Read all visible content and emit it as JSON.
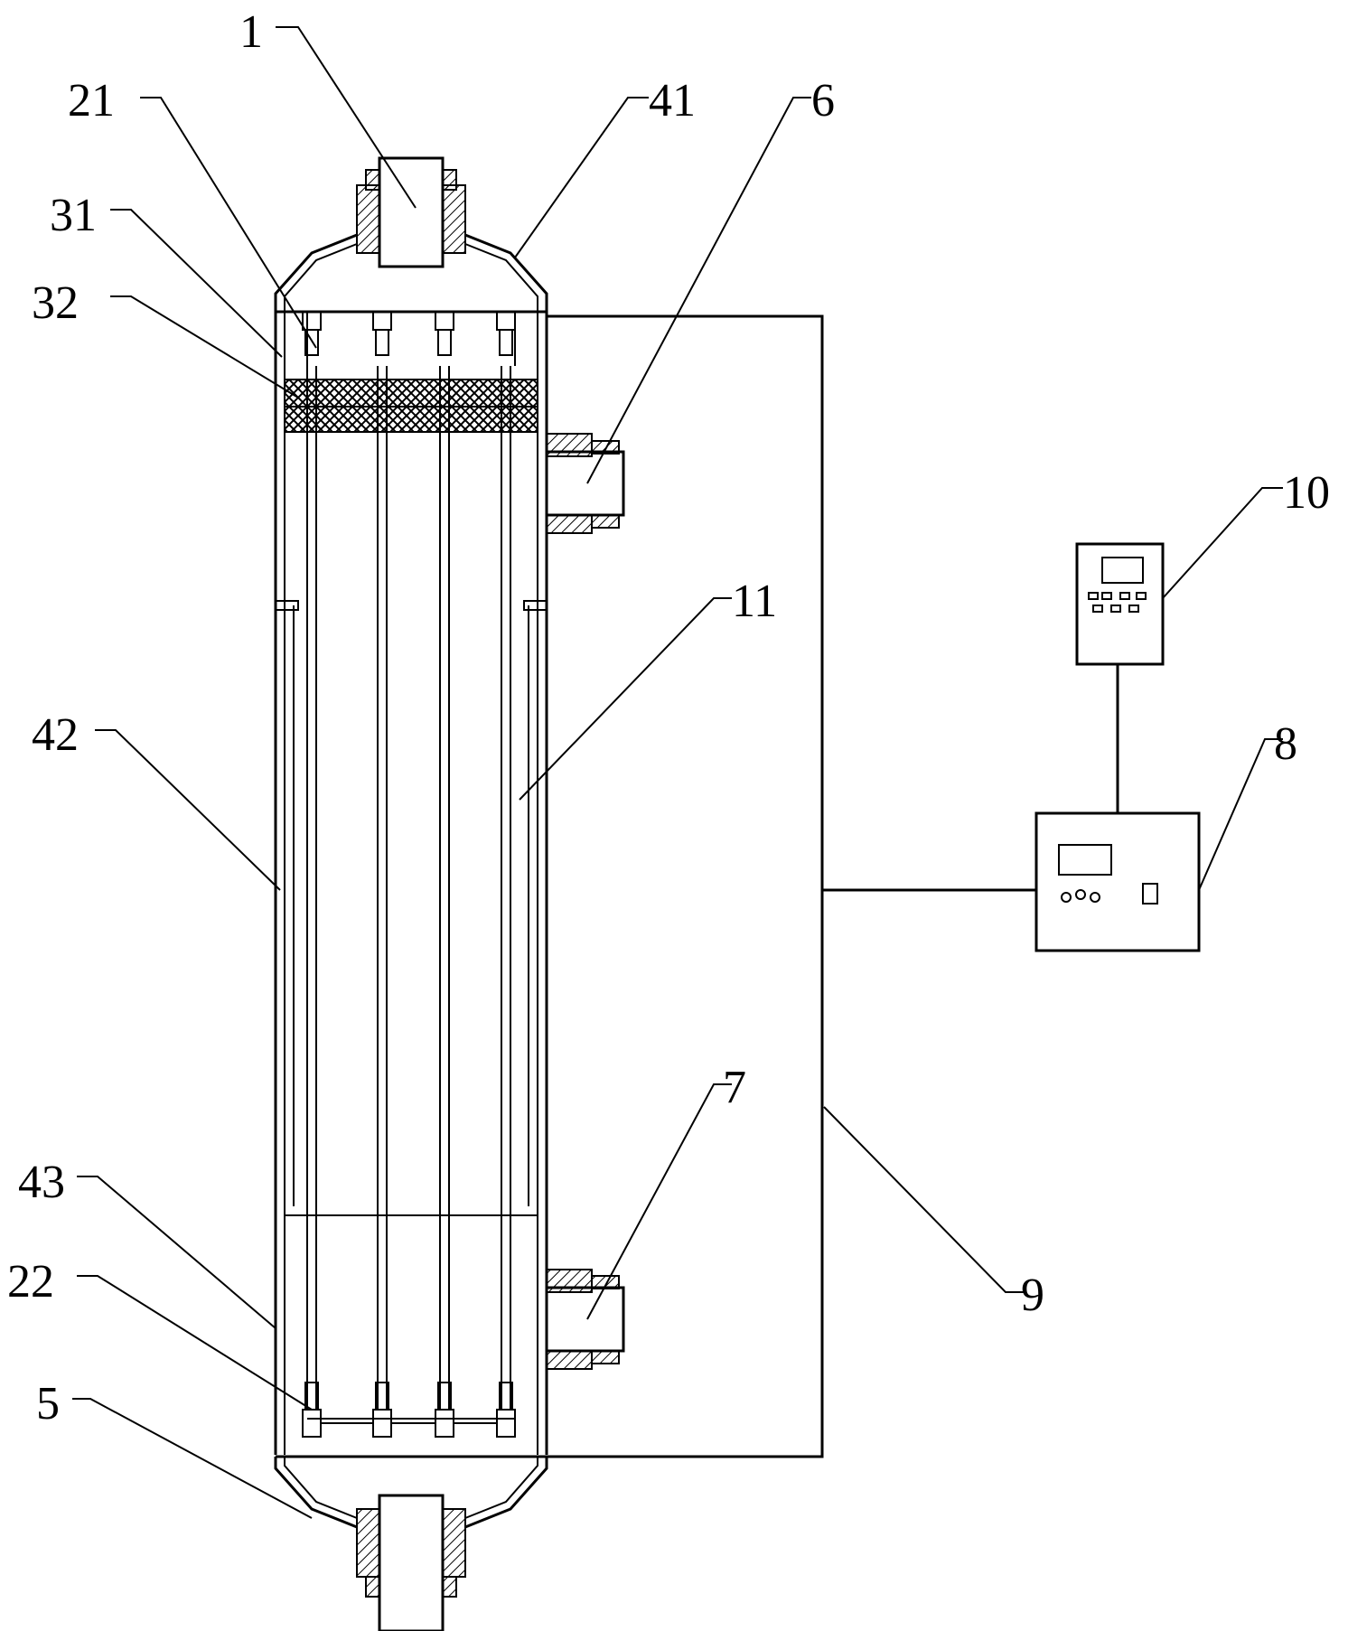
{
  "labels": {
    "l1": "1",
    "l21": "21",
    "l41": "41",
    "l6": "6",
    "l31": "31",
    "l32": "32",
    "l10": "10",
    "l11": "11",
    "l42": "42",
    "l8": "8",
    "l7": "7",
    "l43": "43",
    "l9": "9",
    "l22": "22",
    "l5": "5"
  },
  "colors": {
    "line": "#000000",
    "background": "#ffffff"
  }
}
